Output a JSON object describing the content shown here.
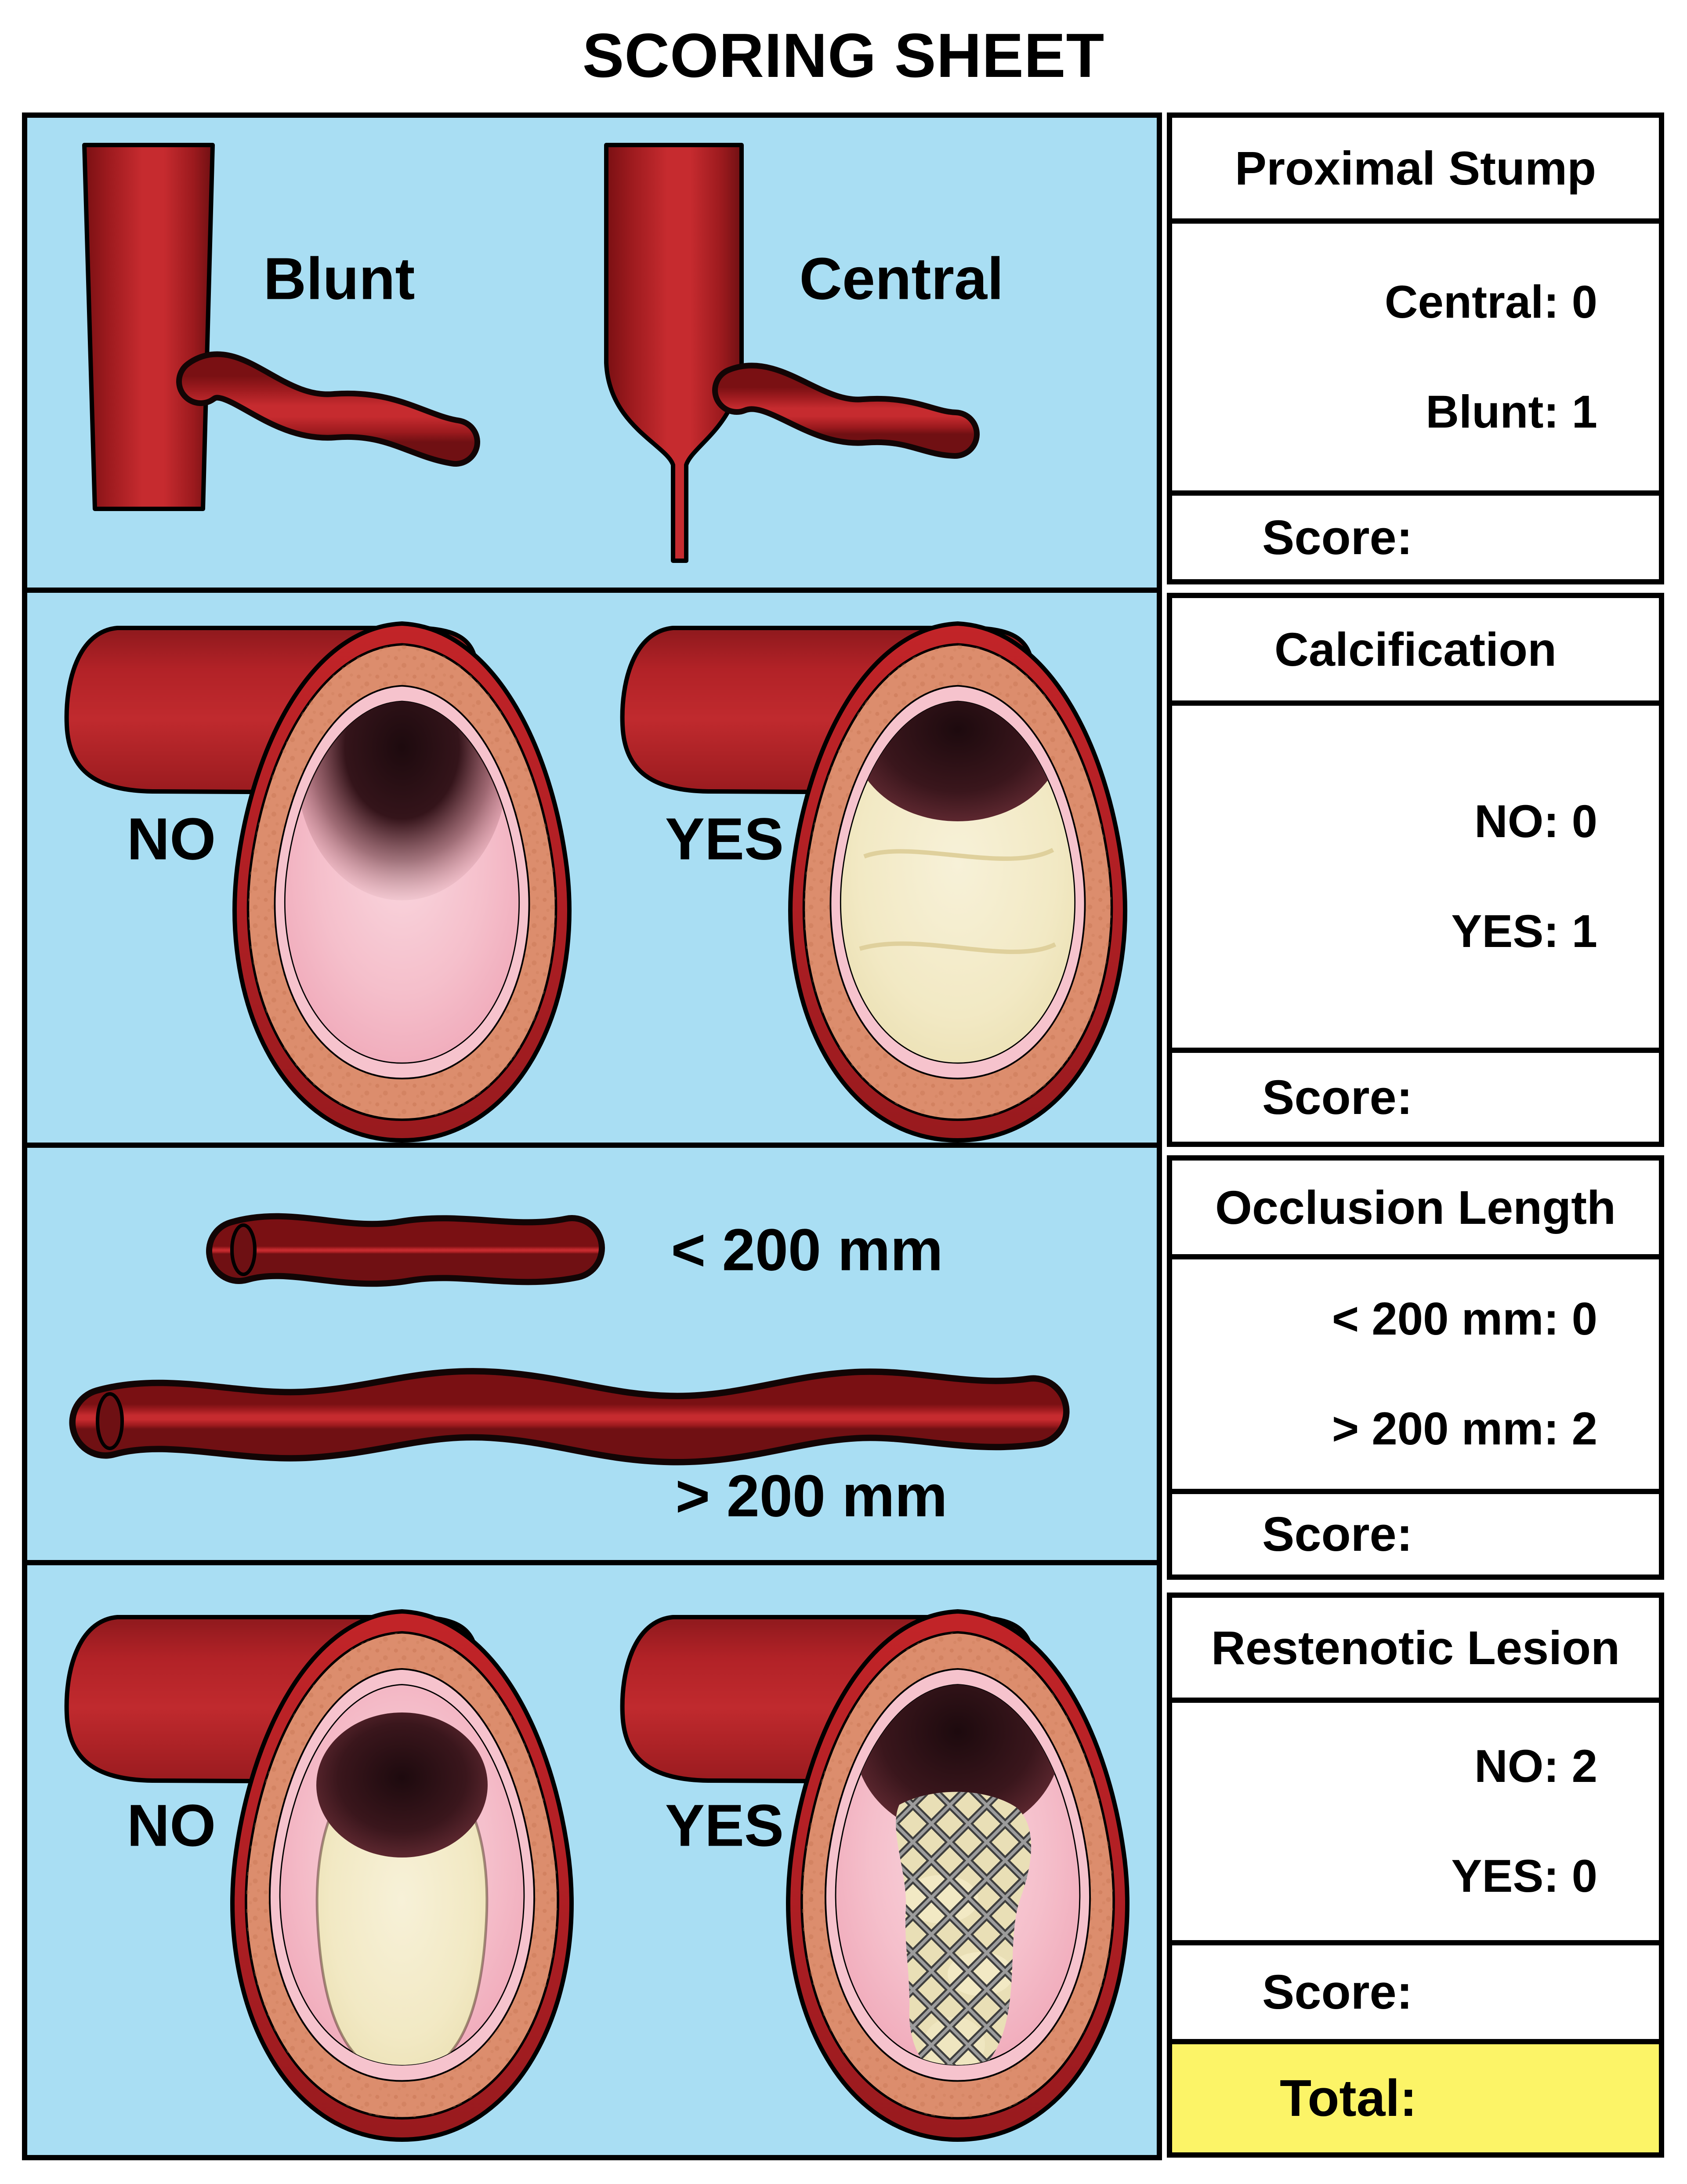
{
  "title": "SCORING SHEET",
  "colors": {
    "panel_blue": "#A9DEF3",
    "vessel_red": "#C5282C",
    "total_yellow": "#FCF467",
    "border_black": "#000000"
  },
  "sections": [
    {
      "header": "Proximal Stump",
      "options": [
        "Central: 0",
        "Blunt: 1"
      ],
      "score_label": "Score:",
      "illustration": {
        "labels": [
          "Blunt",
          "Central"
        ]
      }
    },
    {
      "header": "Calcification",
      "options": [
        "NO: 0",
        "YES: 1"
      ],
      "score_label": "Score:",
      "illustration": {
        "labels": [
          "NO",
          "YES"
        ]
      }
    },
    {
      "header": "Occlusion Length",
      "options": [
        "< 200 mm: 0",
        "> 200 mm: 2"
      ],
      "score_label": "Score:",
      "illustration": {
        "labels": [
          "< 200 mm",
          "> 200 mm"
        ]
      }
    },
    {
      "header": "Restenotic Lesion",
      "options": [
        "NO: 2",
        "YES: 0"
      ],
      "score_label": "Score:",
      "illustration": {
        "labels": [
          "NO",
          "YES"
        ]
      },
      "total_label": "Total:"
    }
  ]
}
